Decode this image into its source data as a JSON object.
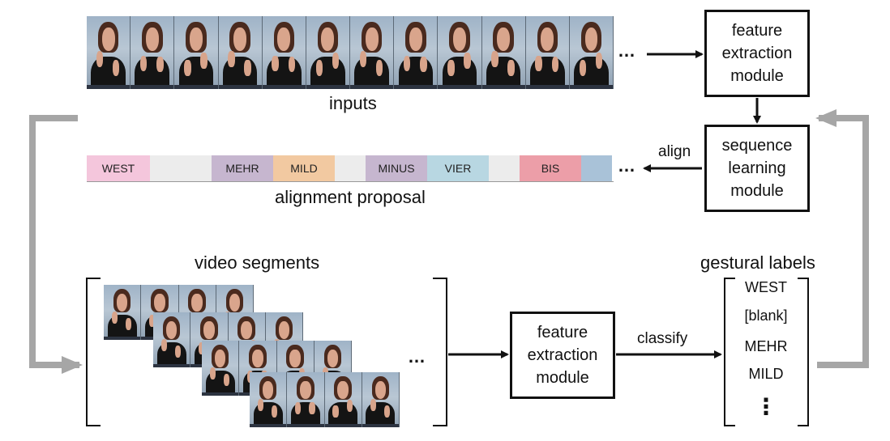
{
  "top_module": {
    "text": "feature\nextraction\nmodule"
  },
  "seq_module": {
    "text": "sequence\nlearning\nmodule"
  },
  "bottom_module": {
    "text": "feature\nextraction\nmodule"
  },
  "inputs_label": "inputs",
  "alignment_label": "alignment proposal",
  "align_arrow_label": "align",
  "classify_arrow_label": "classify",
  "video_segments_label": "video segments",
  "gestural_labels_title": "gestural labels",
  "ellipsis": "…",
  "vertical_ellipsis": "⋮",
  "alignment_segments": [
    {
      "label": "WEST",
      "color": "#f4c6dc"
    },
    {
      "label": "",
      "color": "#ececec"
    },
    {
      "label": "MEHR",
      "color": "#c6b6cf"
    },
    {
      "label": "MILD",
      "color": "#f2c9a1"
    },
    {
      "label": "",
      "color": "#ececec"
    },
    {
      "label": "MINUS",
      "color": "#c6b6cf"
    },
    {
      "label": "VIER",
      "color": "#b8d7e2"
    },
    {
      "label": "",
      "color": "#ececec"
    },
    {
      "label": "BIS",
      "color": "#ec9ea8"
    },
    {
      "label": "",
      "color": "#a9c2d8"
    }
  ],
  "gestural_labels": [
    "WEST",
    "[blank]",
    "MEHR",
    "MILD"
  ],
  "colors": {
    "feedback_arrow": "#a6a6a6",
    "arrow": "#111111"
  }
}
